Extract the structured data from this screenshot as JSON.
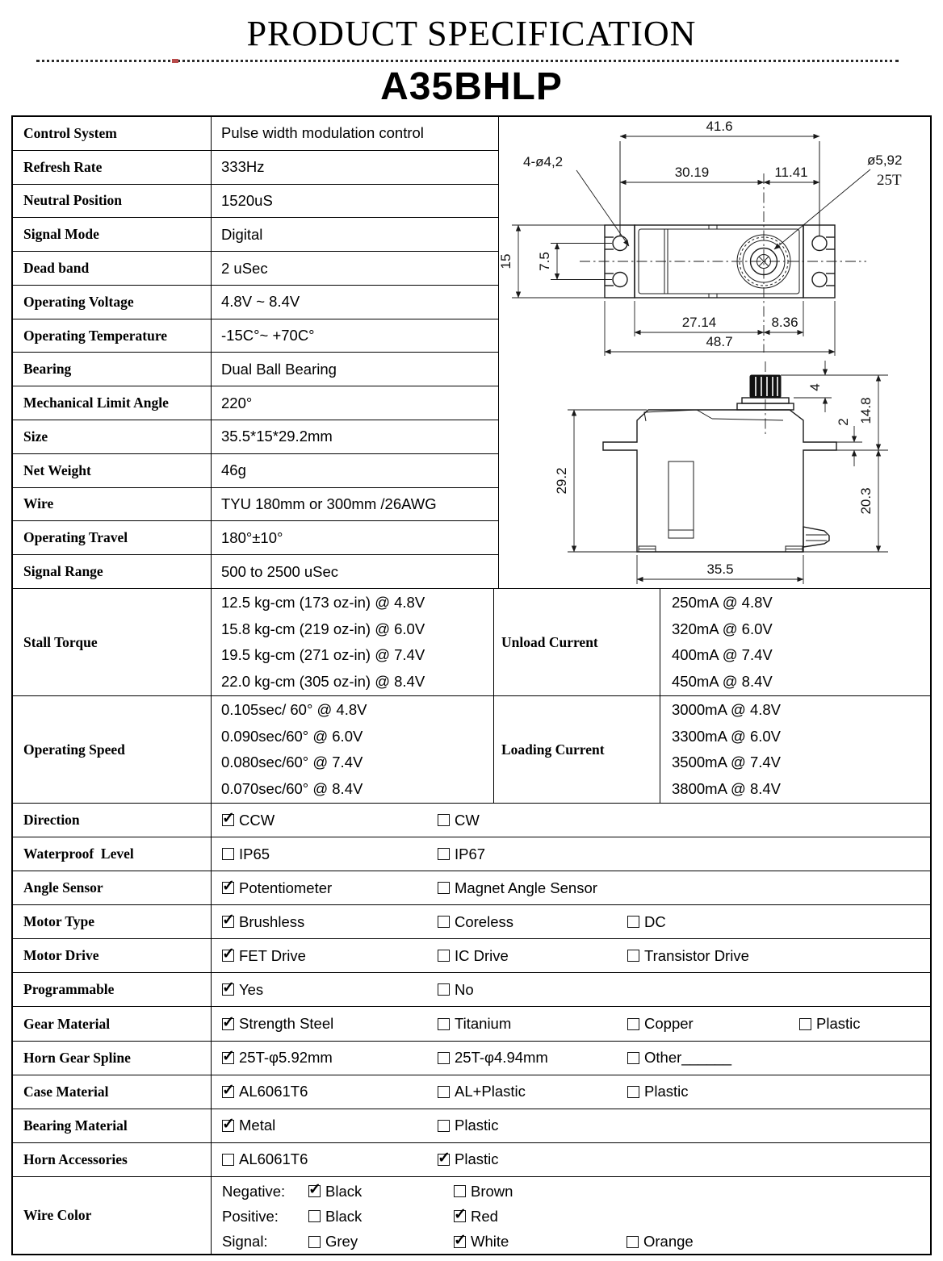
{
  "header": {
    "title": "PRODUCT SPECIFICATION",
    "model": "A35BHLP"
  },
  "specs": [
    {
      "label": "Control System",
      "value": "Pulse width modulation control"
    },
    {
      "label": "Refresh Rate",
      "value": "333Hz"
    },
    {
      "label": "Neutral Position",
      "value": "1520uS"
    },
    {
      "label": "Signal Mode",
      "value": "Digital"
    },
    {
      "label": "Dead band",
      "value": "2 uSec"
    },
    {
      "label": "Operating Voltage",
      "value": "4.8V ~ 8.4V"
    },
    {
      "label": "Operating Temperature",
      "value": "-15C°~ +70C°"
    },
    {
      "label": "Bearing",
      "value": "Dual Ball Bearing"
    },
    {
      "label": "Mechanical Limit Angle",
      "value": "220°"
    },
    {
      "label": "Size",
      "value": "35.5*15*29.2mm"
    },
    {
      "label": "Net Weight",
      "value": "46g"
    },
    {
      "label": "Wire",
      "value": "TYU 180mm or 300mm /26AWG"
    },
    {
      "label": "Operating Travel",
      "value": "180°±10°"
    },
    {
      "label": "Signal Range",
      "value": "500 to 2500 uSec"
    }
  ],
  "performance": [
    {
      "label": "Stall Torque",
      "values": [
        "12.5 kg-cm (173 oz-in) @ 4.8V",
        "15.8 kg-cm (219 oz-in) @ 6.0V",
        "19.5 kg-cm (271 oz-in) @ 7.4V",
        "22.0 kg-cm (305 oz-in) @ 8.4V"
      ],
      "label2": "Unload Current",
      "values2": [
        "250mA @ 4.8V",
        "320mA @ 6.0V",
        "400mA @ 7.4V",
        "450mA @ 8.4V"
      ]
    },
    {
      "label": "Operating Speed",
      "values": [
        "0.105sec/ 60° @ 4.8V",
        "0.090sec/60° @ 6.0V",
        "0.080sec/60° @ 7.4V",
        "0.070sec/60° @ 8.4V"
      ],
      "label2": "Loading Current",
      "values2": [
        "3000mA @ 4.8V",
        "3300mA @ 6.0V",
        "3500mA @ 7.4V",
        "3800mA @ 8.4V"
      ]
    }
  ],
  "options": [
    {
      "label": "Direction",
      "items": [
        {
          "text": "CCW",
          "checked": true
        },
        {
          "text": "CW",
          "checked": false
        }
      ]
    },
    {
      "label": "Waterproof  Level",
      "items": [
        {
          "text": "IP65",
          "checked": false
        },
        {
          "text": "IP67",
          "checked": false
        }
      ]
    },
    {
      "label": "Angle Sensor",
      "items": [
        {
          "text": "Potentiometer",
          "checked": true
        },
        {
          "text": "Magnet Angle Sensor",
          "checked": false
        }
      ]
    },
    {
      "label": "Motor Type",
      "items": [
        {
          "text": "Brushless",
          "checked": true
        },
        {
          "text": "Coreless",
          "checked": false
        },
        {
          "text": "DC",
          "checked": false
        }
      ]
    },
    {
      "label": "Motor Drive",
      "items": [
        {
          "text": "FET Drive",
          "checked": true
        },
        {
          "text": "IC Drive",
          "checked": false
        },
        {
          "text": "Transistor Drive",
          "checked": false
        }
      ]
    },
    {
      "label": "Programmable",
      "items": [
        {
          "text": "Yes",
          "checked": true
        },
        {
          "text": "No",
          "checked": false
        }
      ]
    },
    {
      "label": "Gear Material",
      "items": [
        {
          "text": "Strength Steel",
          "checked": true
        },
        {
          "text": "Titanium",
          "checked": false
        },
        {
          "text": "Copper",
          "checked": false
        },
        {
          "text": "Plastic",
          "checked": false
        }
      ]
    },
    {
      "label": "Horn Gear Spline",
      "items": [
        {
          "text": "25T-φ5.92mm",
          "checked": true
        },
        {
          "text": "25T-φ4.94mm",
          "checked": false
        },
        {
          "text": "Other______",
          "checked": false
        }
      ]
    },
    {
      "label": "Case Material",
      "items": [
        {
          "text": "AL6061T6",
          "checked": true
        },
        {
          "text": "AL+Plastic",
          "checked": false
        },
        {
          "text": "Plastic",
          "checked": false
        }
      ]
    },
    {
      "label": "Bearing Material",
      "items": [
        {
          "text": "Metal",
          "checked": true
        },
        {
          "text": "Plastic",
          "checked": false
        }
      ]
    },
    {
      "label": "Horn Accessories",
      "items": [
        {
          "text": "AL6061T6",
          "checked": false
        },
        {
          "text": "Plastic",
          "checked": true
        }
      ]
    }
  ],
  "wire_color": {
    "label": "Wire Color",
    "lines": [
      {
        "prefix": "Negative:",
        "items": [
          {
            "text": "Black",
            "checked": true
          },
          {
            "text": "Brown",
            "checked": false
          }
        ]
      },
      {
        "prefix": "Positive:",
        "items": [
          {
            "text": "Black",
            "checked": false
          },
          {
            "text": "Red",
            "checked": true
          }
        ]
      },
      {
        "prefix": "Signal:",
        "items": [
          {
            "text": "Grey",
            "checked": false
          },
          {
            "text": "White",
            "checked": true
          },
          {
            "text": "Orange",
            "checked": false
          }
        ]
      }
    ]
  },
  "drawings": {
    "top_view": {
      "label_holes": "4-ø4,2",
      "dim_hole_span": "41.6",
      "dim_left_to_shaft": "30.19",
      "dim_shaft_to_right": "11.41",
      "label_spline_dia": "ø5,92",
      "label_spline_teeth": "25T",
      "dim_body_height": "15",
      "dim_hole_spacing": "7.5",
      "dim_case_to_shaft": "27.14",
      "dim_shaft_to_case": "8.36",
      "dim_overall": "48.7"
    },
    "side_view": {
      "dim_height": "29.2",
      "dim_spline_height": "4",
      "dim_flange_thickness": "2",
      "dim_spline_to_flange": "14.8",
      "dim_flange_to_bottom": "20.3",
      "dim_width": "35.5"
    }
  }
}
